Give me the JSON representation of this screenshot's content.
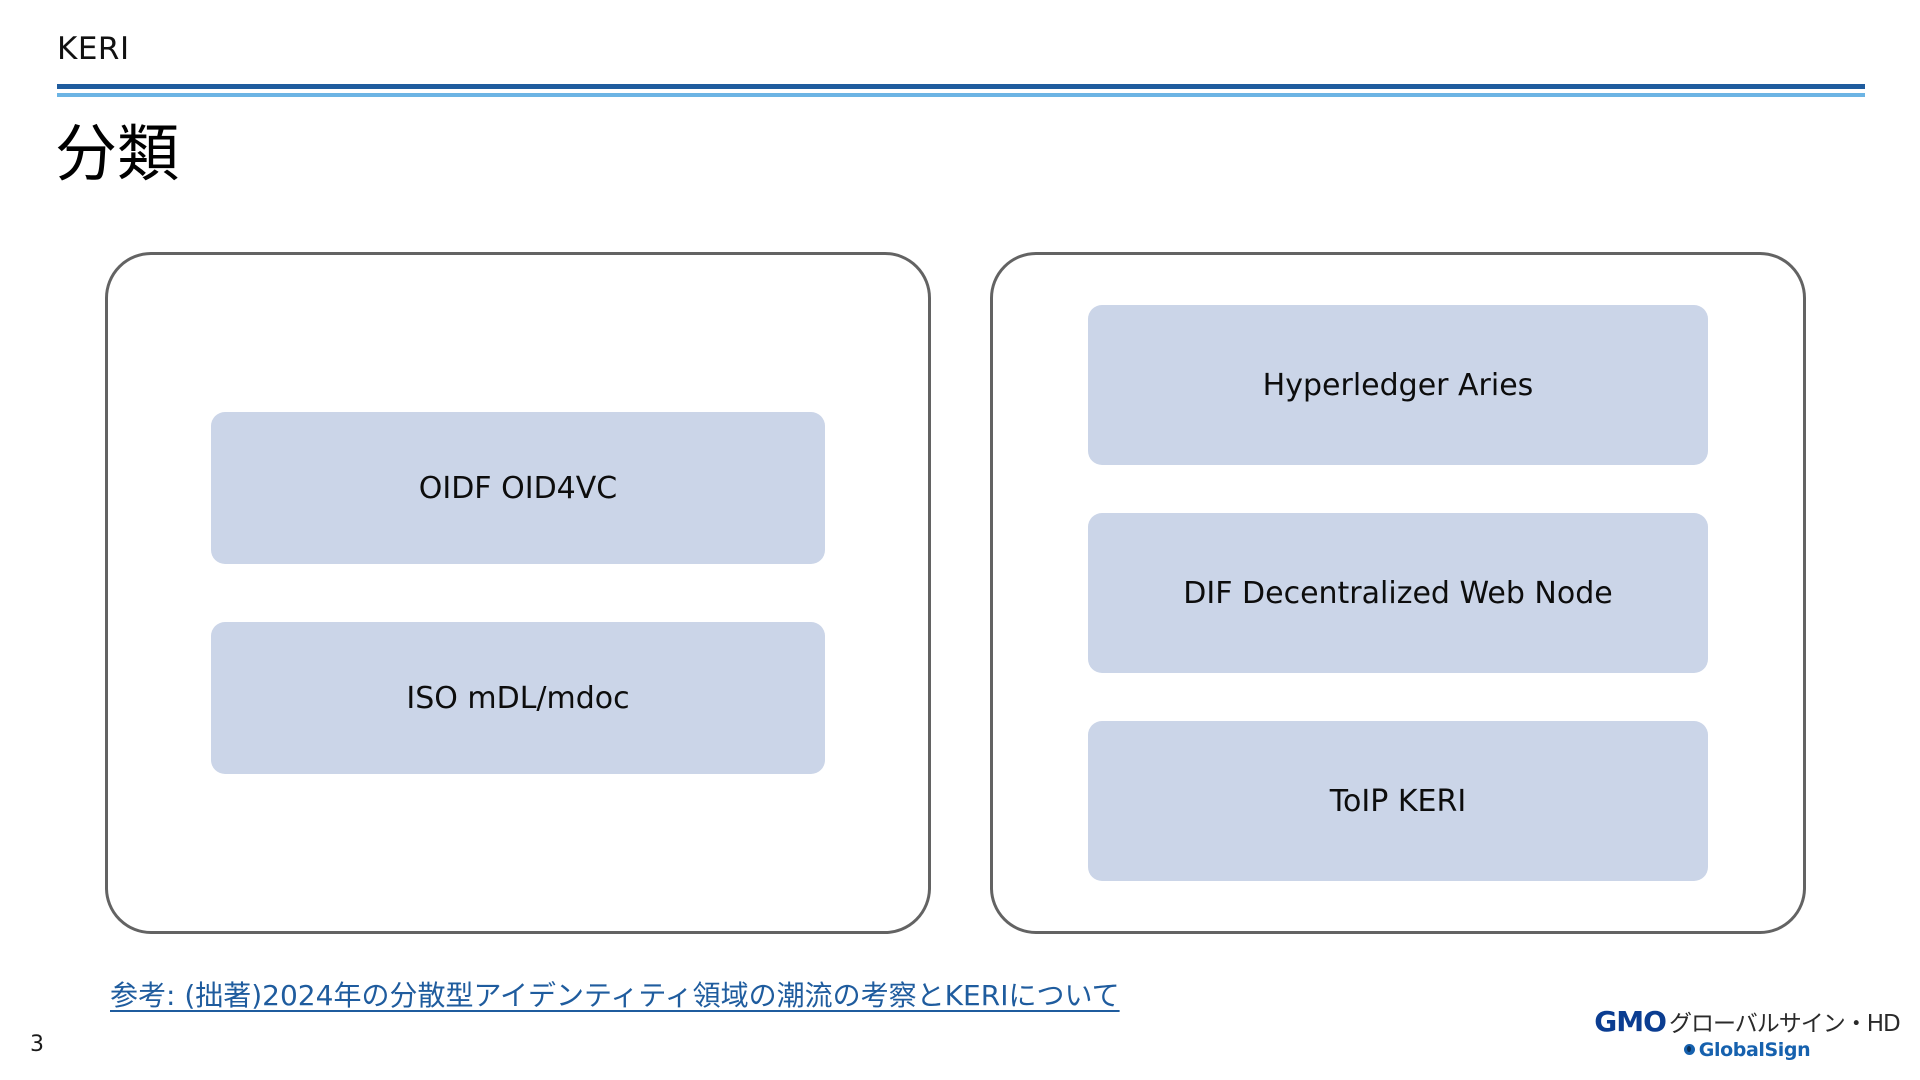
{
  "header": {
    "eyebrow": "KERI",
    "rule_primary_color": "#1F5C9E",
    "rule_secondary_color": "#6CB4E4"
  },
  "title": "分類",
  "groups": [
    {
      "name": "left-group",
      "items": [
        {
          "label": "OIDF OID4VC"
        },
        {
          "label": "ISO mDL/mdoc"
        }
      ]
    },
    {
      "name": "right-group",
      "items": [
        {
          "label": "Hyperledger Aries"
        },
        {
          "label": "DIF Decentralized Web Node"
        },
        {
          "label": "ToIP KERI"
        }
      ]
    }
  ],
  "item_box_color": "#CBD5E8",
  "group_border_color": "#636363",
  "reference": {
    "text": "参考: (拙著)2024年の分散型アイデンティティ領域の潮流の考察とKERIについて",
    "color": "#1F5C9E"
  },
  "page_number": "3",
  "logo": {
    "brand": "GMO",
    "brand_jp": "グローバルサイン・HD",
    "sub": "GlobalSign",
    "brand_color": "#0B3D91",
    "sub_color": "#1661AE"
  }
}
